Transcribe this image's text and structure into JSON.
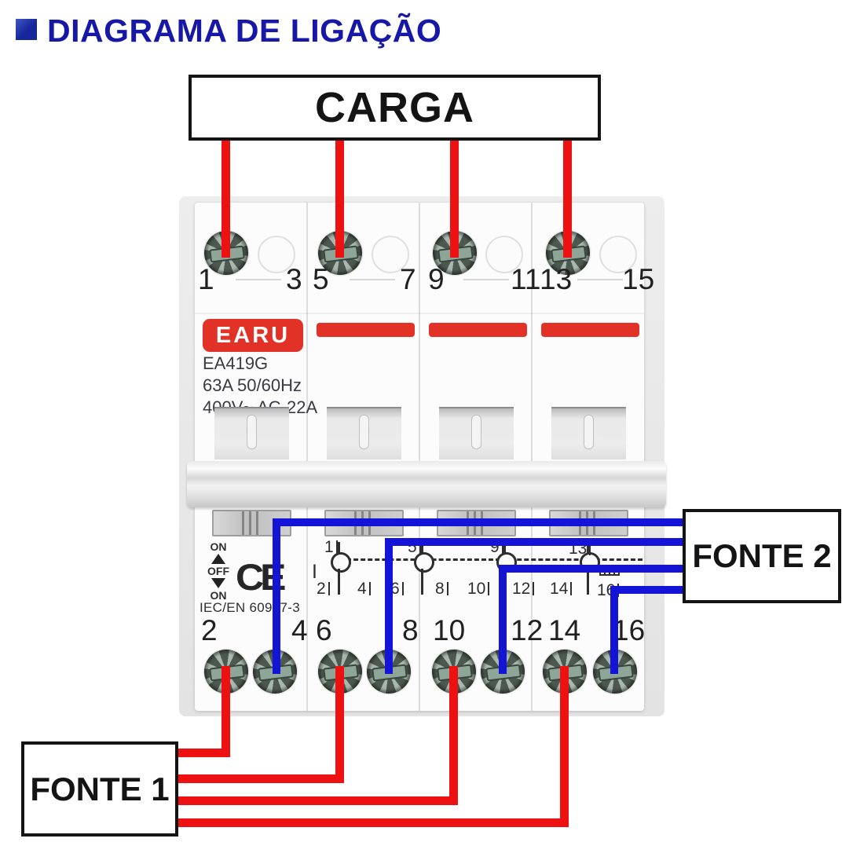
{
  "title": {
    "text": "DIAGRAMA DE LIGAÇÃO"
  },
  "labels": {
    "load": "CARGA",
    "source1": "FONTE 1",
    "source2": "FONTE 2"
  },
  "colors": {
    "wire-red": "#ee1111",
    "wire-blue": "#1414d8",
    "brand-red": "#e23227",
    "title-blue": "#1818a8",
    "bullet-blue": "#16279e",
    "ink": "#2e2e2e"
  },
  "device": {
    "brand": "EARU",
    "model": "EA419G",
    "rating_current": "63A 50/60Hz",
    "rating_voltage": "400V~  AC-22A",
    "top_terminals": [
      "1",
      "3",
      "5",
      "7",
      "9",
      "11",
      "13",
      "15"
    ],
    "bottom_terminals": [
      "2",
      "4",
      "6",
      "8",
      "10",
      "12",
      "14",
      "16"
    ],
    "handle_markings": {
      "on_top": "ON",
      "off": "OFF",
      "on_bottom": "ON"
    },
    "ce_mark": "CE",
    "standard": "IEC/EN 60947-3",
    "schematic": {
      "pole_symbol": "I",
      "top_contacts": [
        "1",
        "5",
        "9",
        "13"
      ],
      "bottom_contacts": [
        "2",
        "4",
        "6",
        "8",
        "10",
        "12",
        "14",
        "16"
      ]
    }
  },
  "connections": {
    "load_to_terminals": [
      "1",
      "5",
      "9",
      "13"
    ],
    "source1_to_terminals": [
      "2",
      "6",
      "10",
      "14"
    ],
    "source2_to_terminals": [
      "4",
      "8",
      "12",
      "16"
    ]
  }
}
